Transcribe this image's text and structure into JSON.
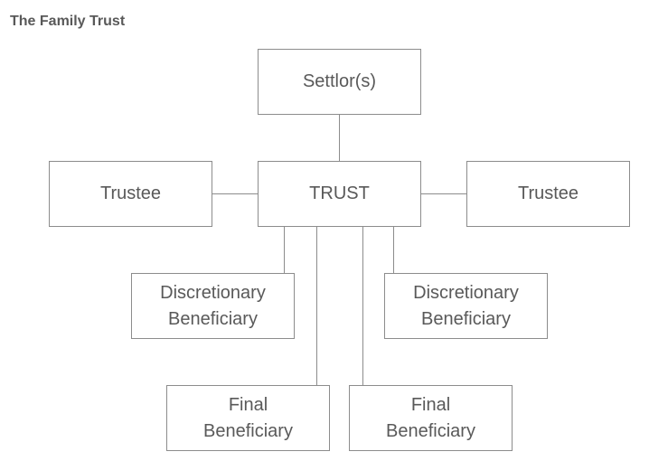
{
  "title": "The Family Trust",
  "colors": {
    "box_border": "#8c8c8c",
    "connector": "#8c8c8c",
    "text": "#595959",
    "background": "#ffffff"
  },
  "nodes": {
    "settlor": "Settlor(s)",
    "trust": "TRUST",
    "trustee_left": "Trustee",
    "trustee_right": "Trustee",
    "discretionary_left": "Discretionary\nBeneficiary",
    "discretionary_right": "Discretionary\nBeneficiary",
    "final_left": "Final\nBeneficiary",
    "final_right": "Final\nBeneficiary"
  }
}
